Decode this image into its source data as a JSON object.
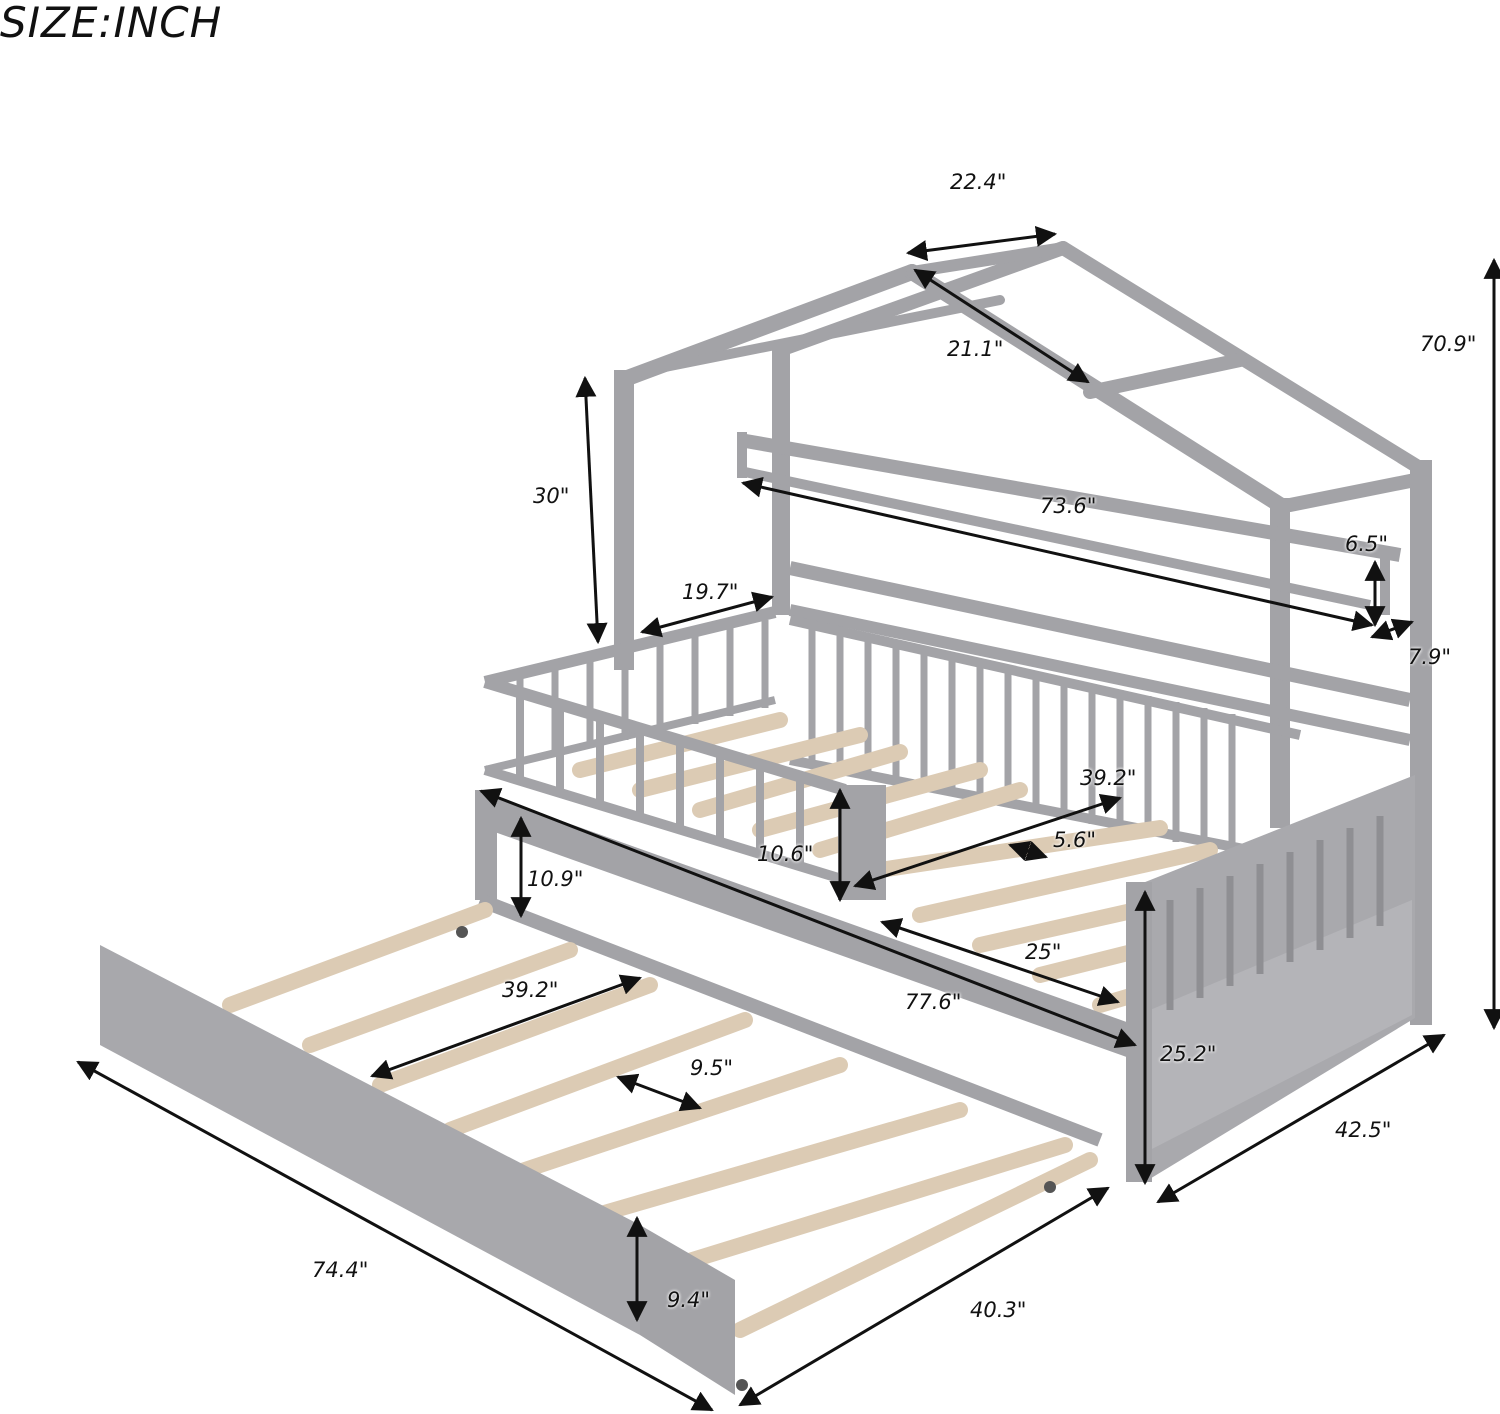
{
  "title": "SIZE:INCH",
  "colors": {
    "frame": "#a3a3a7",
    "frame_dark": "#8c8c90",
    "frame_light": "#c2c2c5",
    "slat": "#dccbb4",
    "arrow": "#111111",
    "background": "#ffffff"
  },
  "dimensions": {
    "roof_depth": "22.4\"",
    "roof_slope": "21.1\"",
    "total_height": "70.9\"",
    "headboard_post": "30\"",
    "shelf_length": "73.6\"",
    "shelf_height": "6.5\"",
    "shelf_depth": "7.9\"",
    "guardrail_end": "19.7\"",
    "slat_length": "39.2\"",
    "slat_gap": "5.6\"",
    "guardrail_height": "10.6\"",
    "under_clearance": "10.9\"",
    "opening": "25\"",
    "bed_length": "77.6\"",
    "footboard_height": "25.2\"",
    "bed_width": "42.5\"",
    "trundle_slat_length": "39.2\"",
    "trundle_slat_gap": "9.5\"",
    "trundle_length": "74.4\"",
    "trundle_height": "9.4\"",
    "trundle_width": "40.3\""
  }
}
